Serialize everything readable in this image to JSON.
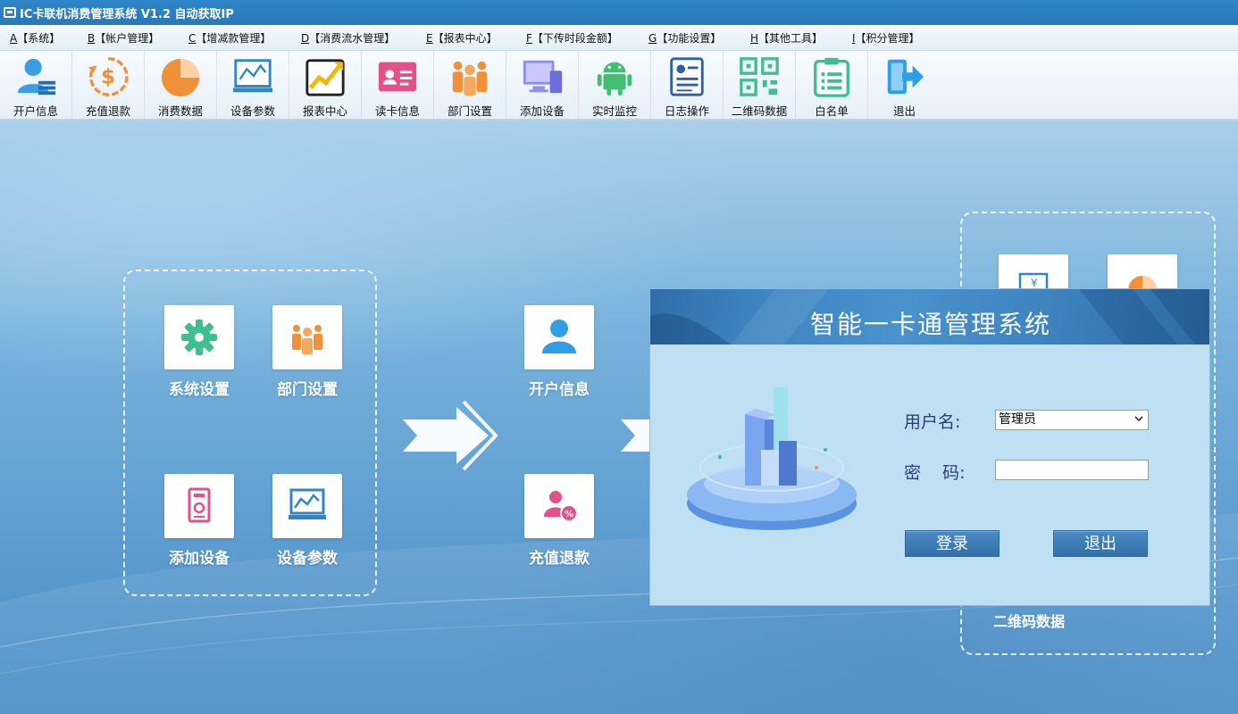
{
  "window": {
    "title": "IC卡联机消费管理系统 V1.2 自动获取IP"
  },
  "menu": [
    {
      "key": "A",
      "label": "【系统】"
    },
    {
      "key": "B",
      "label": "【帐户管理】"
    },
    {
      "key": "C",
      "label": "【增减款管理】"
    },
    {
      "key": "D",
      "label": "【消费流水管理】"
    },
    {
      "key": "E",
      "label": "【报表中心】"
    },
    {
      "key": "F",
      "label": "【下传时段金额】"
    },
    {
      "key": "G",
      "label": "【功能设置】"
    },
    {
      "key": "H",
      "label": "【其他工具】"
    },
    {
      "key": "I",
      "label": "【积分管理】"
    }
  ],
  "toolbar": [
    {
      "label": "开户信息",
      "icon": "user-account-icon"
    },
    {
      "label": "充值退款",
      "icon": "refund-icon"
    },
    {
      "label": "消费数据",
      "icon": "pie-chart-icon"
    },
    {
      "label": "设备参数",
      "icon": "device-monitor-icon"
    },
    {
      "label": "报表中心",
      "icon": "report-chart-icon"
    },
    {
      "label": "读卡信息",
      "icon": "id-card-icon"
    },
    {
      "label": "部门设置",
      "icon": "department-icon"
    },
    {
      "label": "添加设备",
      "icon": "add-device-icon"
    },
    {
      "label": "实时监控",
      "icon": "android-icon"
    },
    {
      "label": "日志操作",
      "icon": "log-icon"
    },
    {
      "label": "二维码数据",
      "icon": "qr-code-icon"
    },
    {
      "label": "白名单",
      "icon": "clipboard-icon"
    },
    {
      "label": "退出",
      "icon": "exit-icon"
    }
  ],
  "desktop": {
    "left_group": [
      {
        "label": "系统设置",
        "icon": "gear-icon"
      },
      {
        "label": "部门设置",
        "icon": "department-icon"
      },
      {
        "label": "添加设备",
        "icon": "add-device-icon"
      },
      {
        "label": "设备参数",
        "icon": "device-monitor-icon"
      }
    ],
    "middle_group": [
      {
        "label": "开户信息",
        "icon": "user-icon"
      },
      {
        "label": "充值退款",
        "icon": "refund-stamp-icon"
      }
    ],
    "right_group_label": "二维码数据"
  },
  "login": {
    "title": "智能一卡通管理系统",
    "username_label": "用户名:",
    "username_value": "管理员",
    "password_label": "密    码:",
    "password_value": "",
    "login_button": "登录",
    "exit_button": "退出"
  },
  "colors": {
    "titlebar": "#2f86c8",
    "accent_orange": "#f0913a",
    "accent_blue": "#2f86c8",
    "accent_green": "#3fbf8f",
    "accent_pink": "#e4508a"
  }
}
